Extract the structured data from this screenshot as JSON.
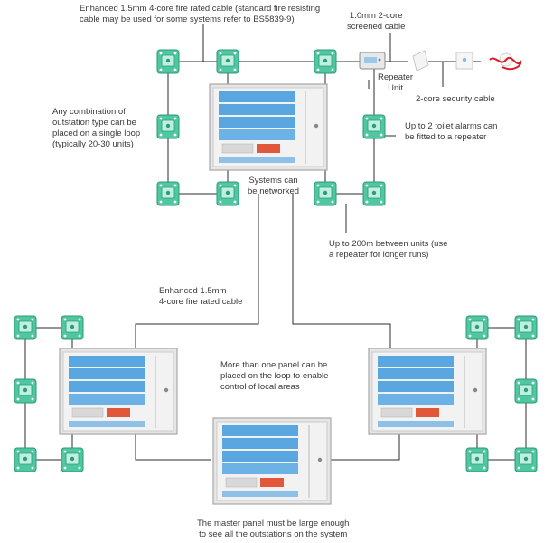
{
  "labels": {
    "enhanced_top": [
      "Enhanced 1.5mm 4-core fire rated cable (standard fire resisting",
      "cable may be used for some systems refer to BS5839-9)"
    ],
    "screened": [
      "1.0mm 2-core",
      "screened cable"
    ],
    "repeater": [
      "Repeater",
      "Unit"
    ],
    "security": [
      "2-core security cable"
    ],
    "toilet": [
      "Up to 2 toilet alarms can",
      "be fitted to a repeater"
    ],
    "combination": [
      "Any combination of",
      "outstation type can be",
      "placed on a single loop",
      "(typically 20-30 units)"
    ],
    "networked": [
      "Systems can",
      "be networked"
    ],
    "distance": [
      "Up to 200m between units (use",
      "a repeater for longer runs)"
    ],
    "enhanced_mid": [
      "Enhanced 1.5mm",
      "4-core fire rated cable"
    ],
    "more_panels": [
      "More than one panel can be",
      "placed on the loop to enable",
      "control of local areas"
    ],
    "master": [
      "The master panel must be large enough",
      "to see all the outstations on the system"
    ]
  },
  "icons": {
    "outstation": "call-point-icon",
    "panel": "control-panel-icon",
    "repeater": "repeater-unit-icon",
    "toilet_alarm": "pull-cord-icon"
  },
  "colors": {
    "outstation": "#4fc7a0",
    "panel_frame": "#e4e4e4",
    "panel_screen": "#5aa6e0",
    "cord": "#d61f26",
    "cable": "#2b2b2b"
  }
}
